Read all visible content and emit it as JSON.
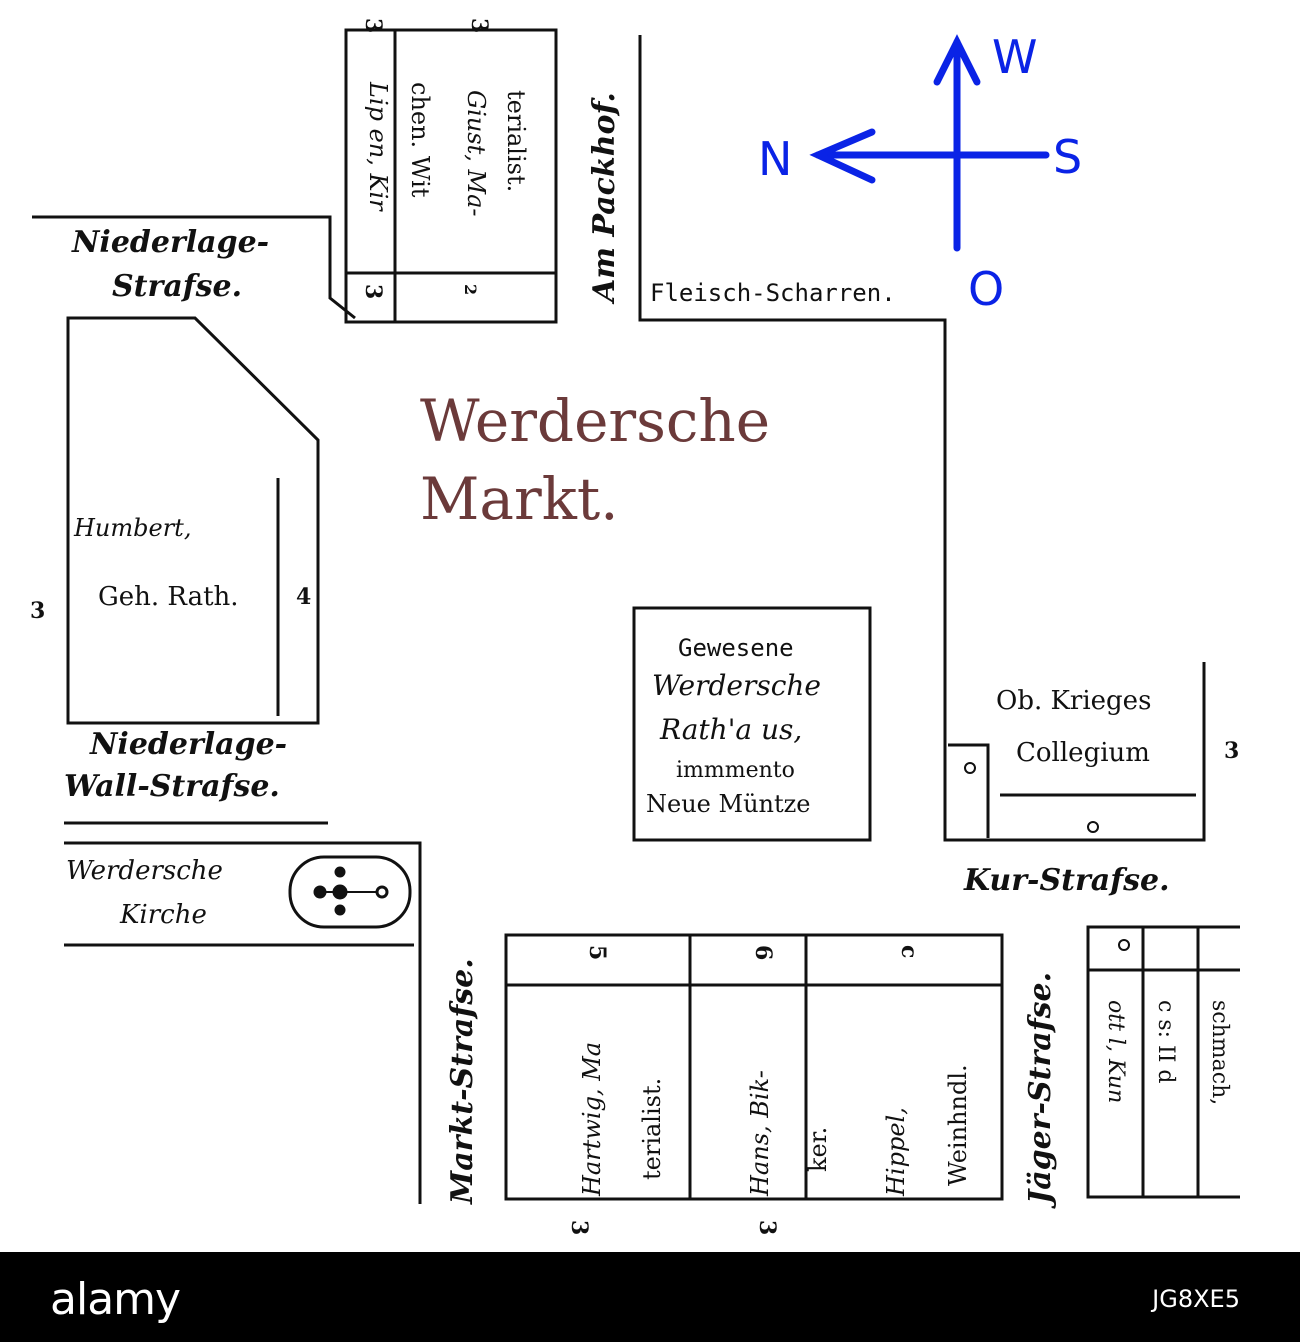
{
  "map": {
    "title_line1": "Werdersche",
    "title_line2": "Markt.",
    "title_color": "#6b3a3a",
    "compass": {
      "north": "N",
      "south": "S",
      "west": "W",
      "east": "O",
      "color": "#0a23e6"
    },
    "streets": {
      "niederlage_top_1": "Niederlage-",
      "niederlage_top_2": "Strafse.",
      "niederlage_wall_1": "Niederlage-",
      "niederlage_wall_2": "Wall-Strafse.",
      "am_packhof": "Am Packhof.",
      "fleisch_scharren": "Fleisch-Scharren.",
      "kur_strasse": "Kur-Strafse.",
      "markt_strasse": "Markt-Strafse.",
      "jaeger_strasse": "Jäger-Strafse."
    },
    "buildings": {
      "humbert_1": "Humbert,",
      "humbert_2": "Geh. Rath.",
      "rathaus_1": "Gewesene",
      "rathaus_2": "Werdersche",
      "rathaus_3": "Rath'a us,",
      "rathaus_4": "immmento",
      "rathaus_5": "Neue Müntze",
      "krieges_1": "Ob. Krieges",
      "krieges_2": "Collegium",
      "kirche_1": "Werdersche",
      "kirche_2": "Kirche",
      "lipen_1": "Lip en, Kir",
      "lipen_2": "chen. Wit",
      "giust_1": "Giust, Ma-",
      "giust_2": "terialist.",
      "hartwig_1": "Hartwig, Ma",
      "hartwig_2": "terialist.",
      "hans_1": "Hans, Bik-",
      "hans_2": "ker.",
      "hippel_1": "Hippel,",
      "hippel_2": "Weinhndl.",
      "schmidt_1": "ott l, Kun",
      "schmidt_2": "c s: II d",
      "schmidt_3": "schmach,"
    },
    "numbers": {
      "n_top_1": "3",
      "n_top_2": "3",
      "n_lipen_3": "3",
      "n_giust_2": "2",
      "n_left": "3",
      "n_humbert_4": "4",
      "n_right": "3",
      "n_hartwig_5": "5",
      "n_hans_6": "6",
      "n_hippel": "c",
      "n_bottom_1": "3",
      "n_bottom_2": "3",
      "n_circle": "o"
    }
  },
  "footer": {
    "brand": "alamy",
    "image_id": "JG8XE5"
  }
}
